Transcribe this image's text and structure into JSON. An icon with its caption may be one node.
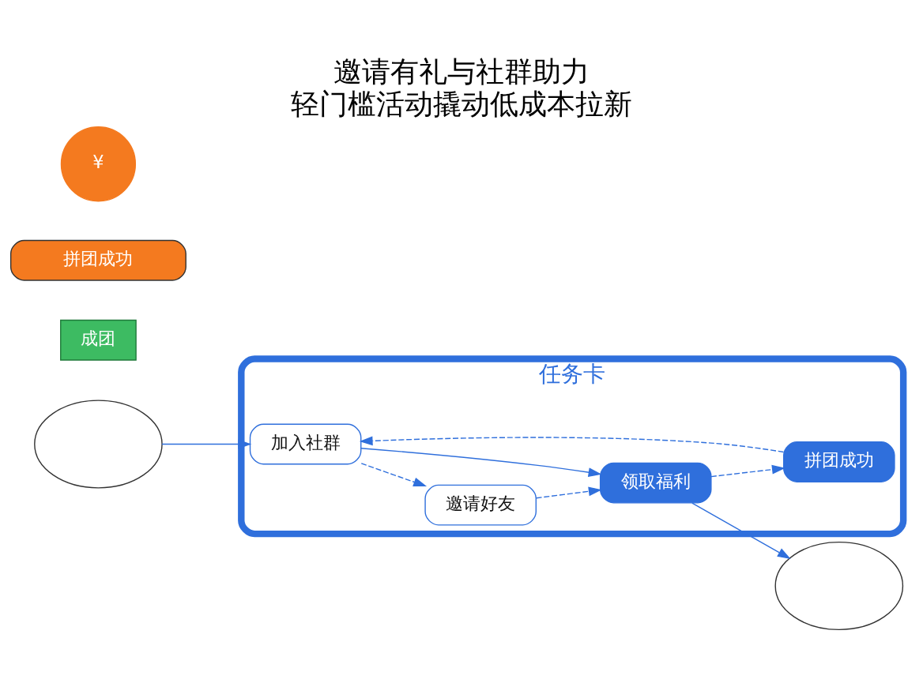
{
  "diagram": {
    "title": "邀请有礼与社群助力",
    "caption": "轻门槛活动撬动低成本拉新",
    "nodes": [
      {
        "text": [],
        "shape": "cloud"
      },
      {
        "text": [
          "任务卡"
        ]
      },
      {
        "text": [
          "加入社群"
        ],
        "in": 1
      },
      {
        "text": [
          "邀请好友"
        ],
        "in": 1
      },
      {
        "text": [
          "领取福利"
        ],
        "in": 1
      },
      {
        "text": [
          "拼团成功"
        ],
        "in": 1
      },
      {
        "text": [],
        "shape": "cloud"
      },
      {
        "text": [
          "成团"
        ]
      },
      {
        "text": [
          "拼团成功"
        ]
      },
      {
        "text": [
          "¥"
        ]
      }
    ],
    "edges": [
      {
        "from": 0,
        "to": 2,
        "arrow": "to"
      },
      {
        "from": 2,
        "to": 4,
        "arrow": "to"
      },
      {
        "from": 2,
        "to": 3,
        "arrow": "to",
        "style": "dashed"
      },
      {
        "from": 3,
        "to": 4,
        "arrow": "to",
        "style": "dashed"
      },
      {
        "from": 4,
        "to": 5,
        "arrow": "to",
        "style": "dashed"
      },
      {
        "from": 5,
        "to": 2,
        "arrow": "to",
        "style": "dashed"
      },
      {
        "from": 4,
        "to": 6,
        "arrow": "to"
      }
    ]
  }
}
